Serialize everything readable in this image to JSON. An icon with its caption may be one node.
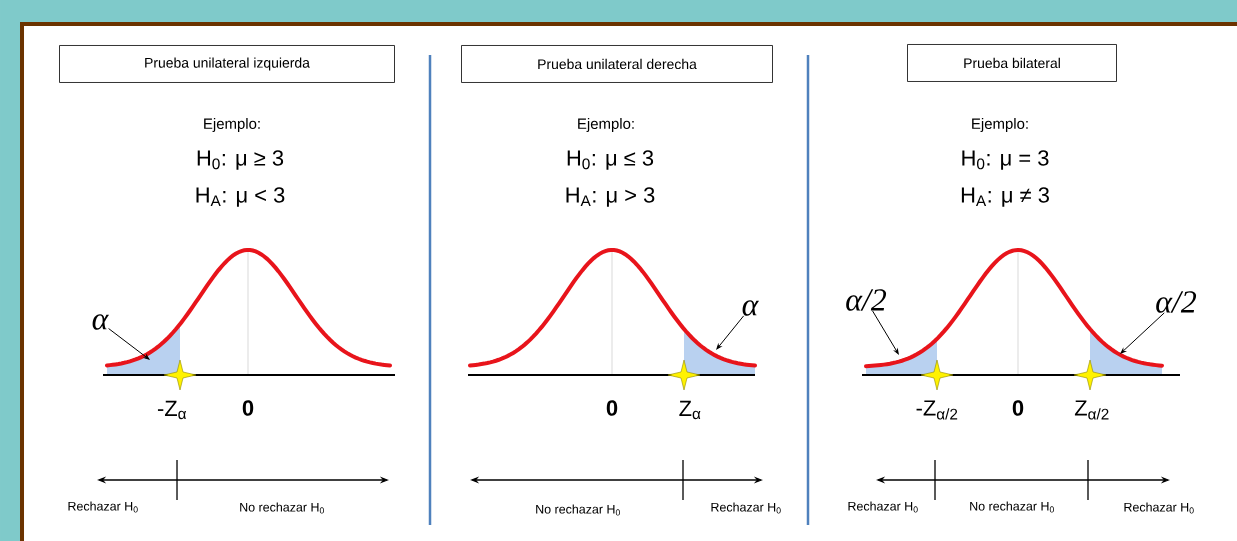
{
  "diagram": {
    "nodes": [
      {
        "text": [
          "Prueba unilateral izquierda"
        ]
      },
      {
        "text": [
          "Prueba unilateral derecha"
        ]
      },
      {
        "text": [
          "Prueba bilateral"
        ]
      },
      {
        "text": [
          "α"
        ]
      },
      {
        "text": [
          "α"
        ]
      },
      {
        "text": [
          "α/2"
        ]
      },
      {
        "text": [
          "α/2"
        ]
      }
    ],
    "edges": [
      {
        "from": 3,
        "to": null,
        "arrow": "to"
      },
      {
        "from": 4,
        "to": null,
        "arrow": "to"
      },
      {
        "from": 5,
        "to": null,
        "arrow": "to"
      },
      {
        "from": 6,
        "to": null,
        "arrow": "to"
      }
    ],
    "labels": [
      "Ejemplo:",
      "H$_{0}$: μ ≥ 3",
      "H$_{A}$: μ < 3",
      "Ejemplo:",
      "H$_{0}$: μ ≤ 3",
      "H$_{A}$: μ > 3",
      "Ejemplo:",
      "H$_{0}$: μ = 3",
      "H$_{A}$: μ ≠ 3",
      "-Z$_{α}$",
      "0",
      "0",
      "Z$_{α}$",
      "-Z$_{α/2}$",
      "0",
      "Z$_{α/2}$",
      "Rechazar H$_{0}$",
      "No rechazar H$_{0}$",
      "No rechazar H$_{0}$",
      "Rechazar H$_{0}$",
      "Rechazar H$_{0}$",
      "No rechazar H$_{0}$",
      "Rechazar H$_{0}$"
    ]
  }
}
